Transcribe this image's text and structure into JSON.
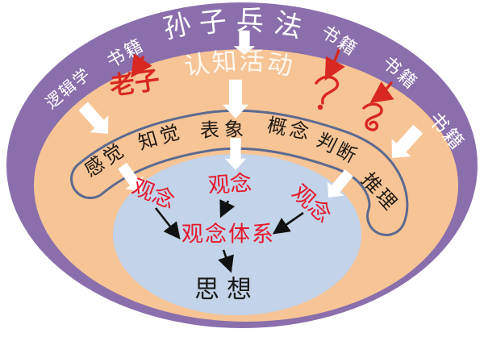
{
  "diagram": {
    "colors": {
      "outer_ring": "#8a6fac",
      "middle_ring": "#f7c496",
      "inner_ellipse": "#c3d3e9",
      "band_outline": "#5b6a90",
      "idea_red": "#e5182d",
      "ink_red": "#d92721",
      "arrow_white": "#ffffff",
      "text_black": "#201a12"
    },
    "outer_ring": {
      "title": "孙子兵法",
      "title_chars": [
        "孙",
        "子",
        "兵",
        "法"
      ],
      "rim_labels": [
        "逻辑学",
        "书籍",
        "书籍",
        "书籍",
        "书籍"
      ]
    },
    "middle_ring": {
      "title": "认知活动",
      "title_chars": [
        "认",
        "知",
        "活",
        "动"
      ],
      "band_items": [
        "感觉",
        "知觉",
        "表象",
        "概念",
        "判断",
        "推理"
      ]
    },
    "inner": {
      "ideas": [
        "观念",
        "观念",
        "观念"
      ],
      "system_label": "观念体系",
      "thought_label": "思想"
    },
    "annotations": {
      "handwritten_label": "老子",
      "question_marks": [
        "?",
        "?"
      ]
    }
  }
}
